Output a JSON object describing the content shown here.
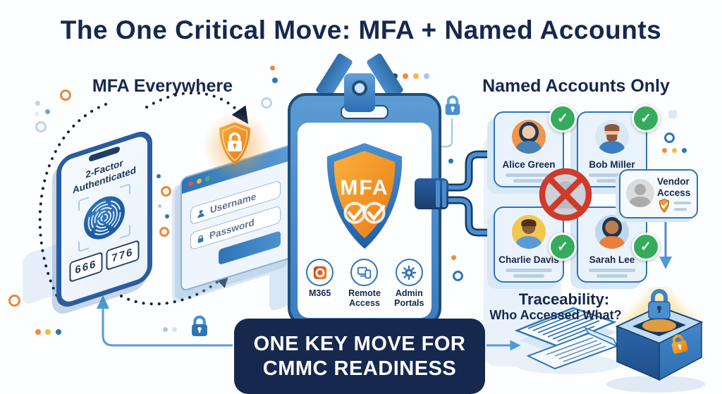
{
  "title": "The One Critical Move: MFA + Named Accounts",
  "left": {
    "heading": "MFA Everywhere",
    "phone": {
      "auth_line1": "2-Factor",
      "auth_line2": "Authenticated",
      "code_box1": "666",
      "code_box2": "776"
    },
    "login_window": {
      "username_field": "Username",
      "password_field": "Password"
    }
  },
  "center": {
    "shield_label": "MFA",
    "apps": [
      {
        "label": "M365"
      },
      {
        "label": "Remote Access"
      },
      {
        "label": "Admin Portals"
      }
    ]
  },
  "right": {
    "heading": "Named Accounts Only",
    "users": [
      {
        "name": "Alice Green"
      },
      {
        "name": "Bob Miller"
      },
      {
        "name": "Charlie Davis"
      },
      {
        "name": "Sarah Lee"
      }
    ],
    "vendor_card": {
      "line1": "Vendor",
      "line2": "Access"
    },
    "check_mark": "✓"
  },
  "traceability": {
    "line1": "Traceability:",
    "line2": "Who Accessed What?"
  },
  "banner": {
    "line1": "ONE KEY MOVE FOR",
    "line2": "CMMC READINESS"
  },
  "colors": {
    "navy": "#16284e",
    "blue": "#2e75b6",
    "light_blue": "#a9c9e6",
    "orange": "#ef8a1d",
    "green": "#33ad5b",
    "red": "#cf3a2b"
  },
  "icons": {
    "fingerprint": "fingerprint-icon",
    "shield_lock": "shield-lock-icon",
    "user": "user-icon",
    "lock": "lock-icon",
    "m365": "m365-icon",
    "remote_access": "devices-icon",
    "admin_portals": "gear-icon",
    "check": "checkmark-icon",
    "no_shared": "no-shared-account-icon",
    "vault": "audit-vault-icon",
    "document": "audit-log-icon"
  }
}
